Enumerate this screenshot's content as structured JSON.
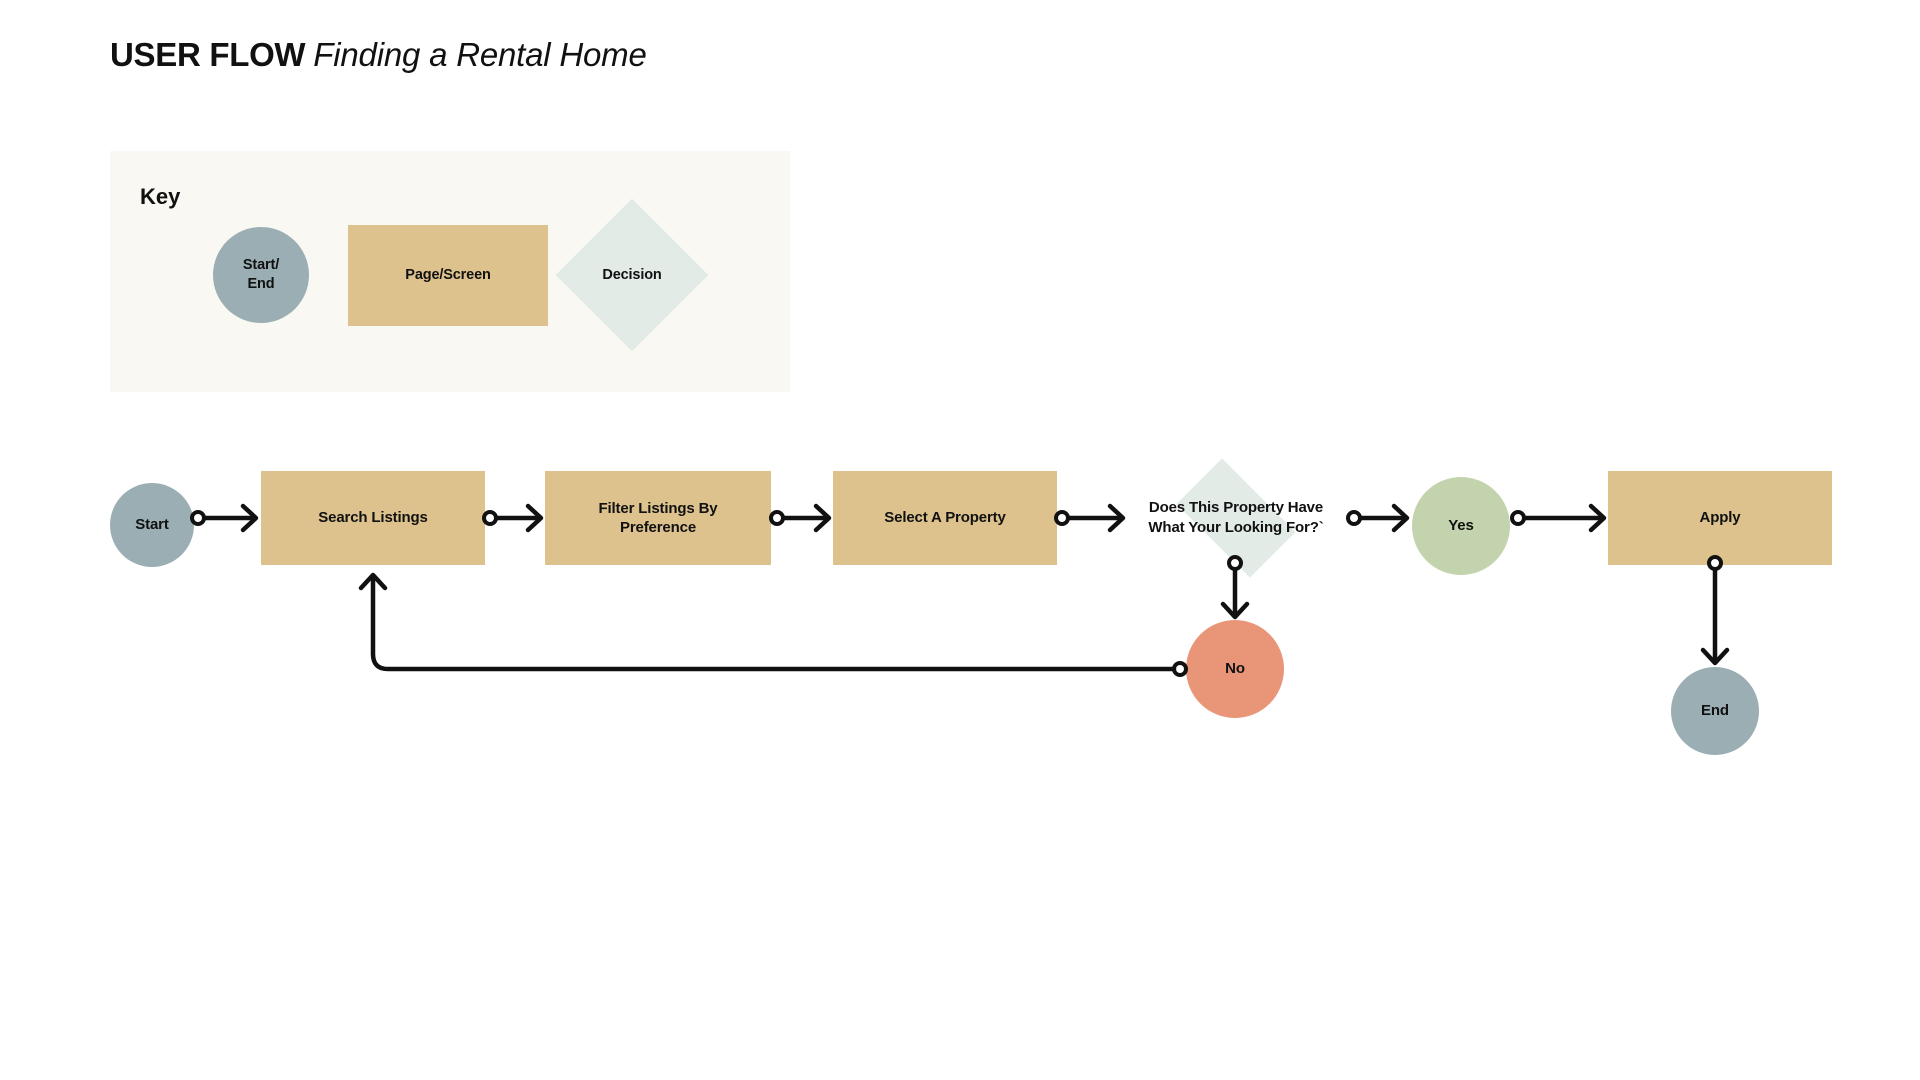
{
  "title": {
    "strong": "USER FLOW",
    "italic": "Finding a Rental Home"
  },
  "key": {
    "heading": "Key",
    "shapes": [
      {
        "name": "start-end",
        "label": "Start/\nEnd",
        "shape": "circle",
        "color": "#9AAEB3"
      },
      {
        "name": "page-screen",
        "label": "Page/Screen",
        "shape": "rectangle",
        "color": "#DEC28E"
      },
      {
        "name": "decision",
        "label": "Decision",
        "shape": "diamond",
        "color": "#E3EBE7"
      }
    ],
    "background": "#FAF8F2"
  },
  "flow": {
    "nodes": [
      {
        "id": "start",
        "label": "Start",
        "type": "terminator",
        "color": "#9AAEB3"
      },
      {
        "id": "search",
        "label": "Search Listings",
        "type": "page",
        "color": "#DEC28E"
      },
      {
        "id": "filter",
        "label": "Filter Listings By Preference",
        "line1": "Filter Listings By",
        "line2": "Preference",
        "type": "page",
        "color": "#DEC28E"
      },
      {
        "id": "select",
        "label": "Select A Property",
        "type": "page",
        "color": "#DEC28E"
      },
      {
        "id": "decision",
        "label": "Does This Property Have What Your Looking For?`",
        "line1": "Does This Property Have",
        "line2": "What Your Looking For?`",
        "type": "decision",
        "color": "#E3EBE7"
      },
      {
        "id": "yes",
        "label": "Yes",
        "type": "branch",
        "color": "#C3D3AD"
      },
      {
        "id": "no",
        "label": "No",
        "type": "branch",
        "color": "#E89578"
      },
      {
        "id": "apply",
        "label": "Apply",
        "type": "page",
        "color": "#DEC28E"
      },
      {
        "id": "end",
        "label": "End",
        "type": "terminator",
        "color": "#9AAEB3"
      }
    ],
    "edges": [
      {
        "from": "start",
        "to": "search",
        "style": "straight"
      },
      {
        "from": "search",
        "to": "filter",
        "style": "straight"
      },
      {
        "from": "filter",
        "to": "select",
        "style": "straight"
      },
      {
        "from": "select",
        "to": "decision",
        "style": "straight"
      },
      {
        "from": "decision",
        "to": "yes",
        "style": "straight"
      },
      {
        "from": "decision",
        "to": "no",
        "style": "straight-down"
      },
      {
        "from": "yes",
        "to": "apply",
        "style": "straight"
      },
      {
        "from": "apply",
        "to": "end",
        "style": "straight-down"
      },
      {
        "from": "no",
        "to": "search",
        "style": "loop-back"
      }
    ],
    "edge_color": "#111111"
  }
}
